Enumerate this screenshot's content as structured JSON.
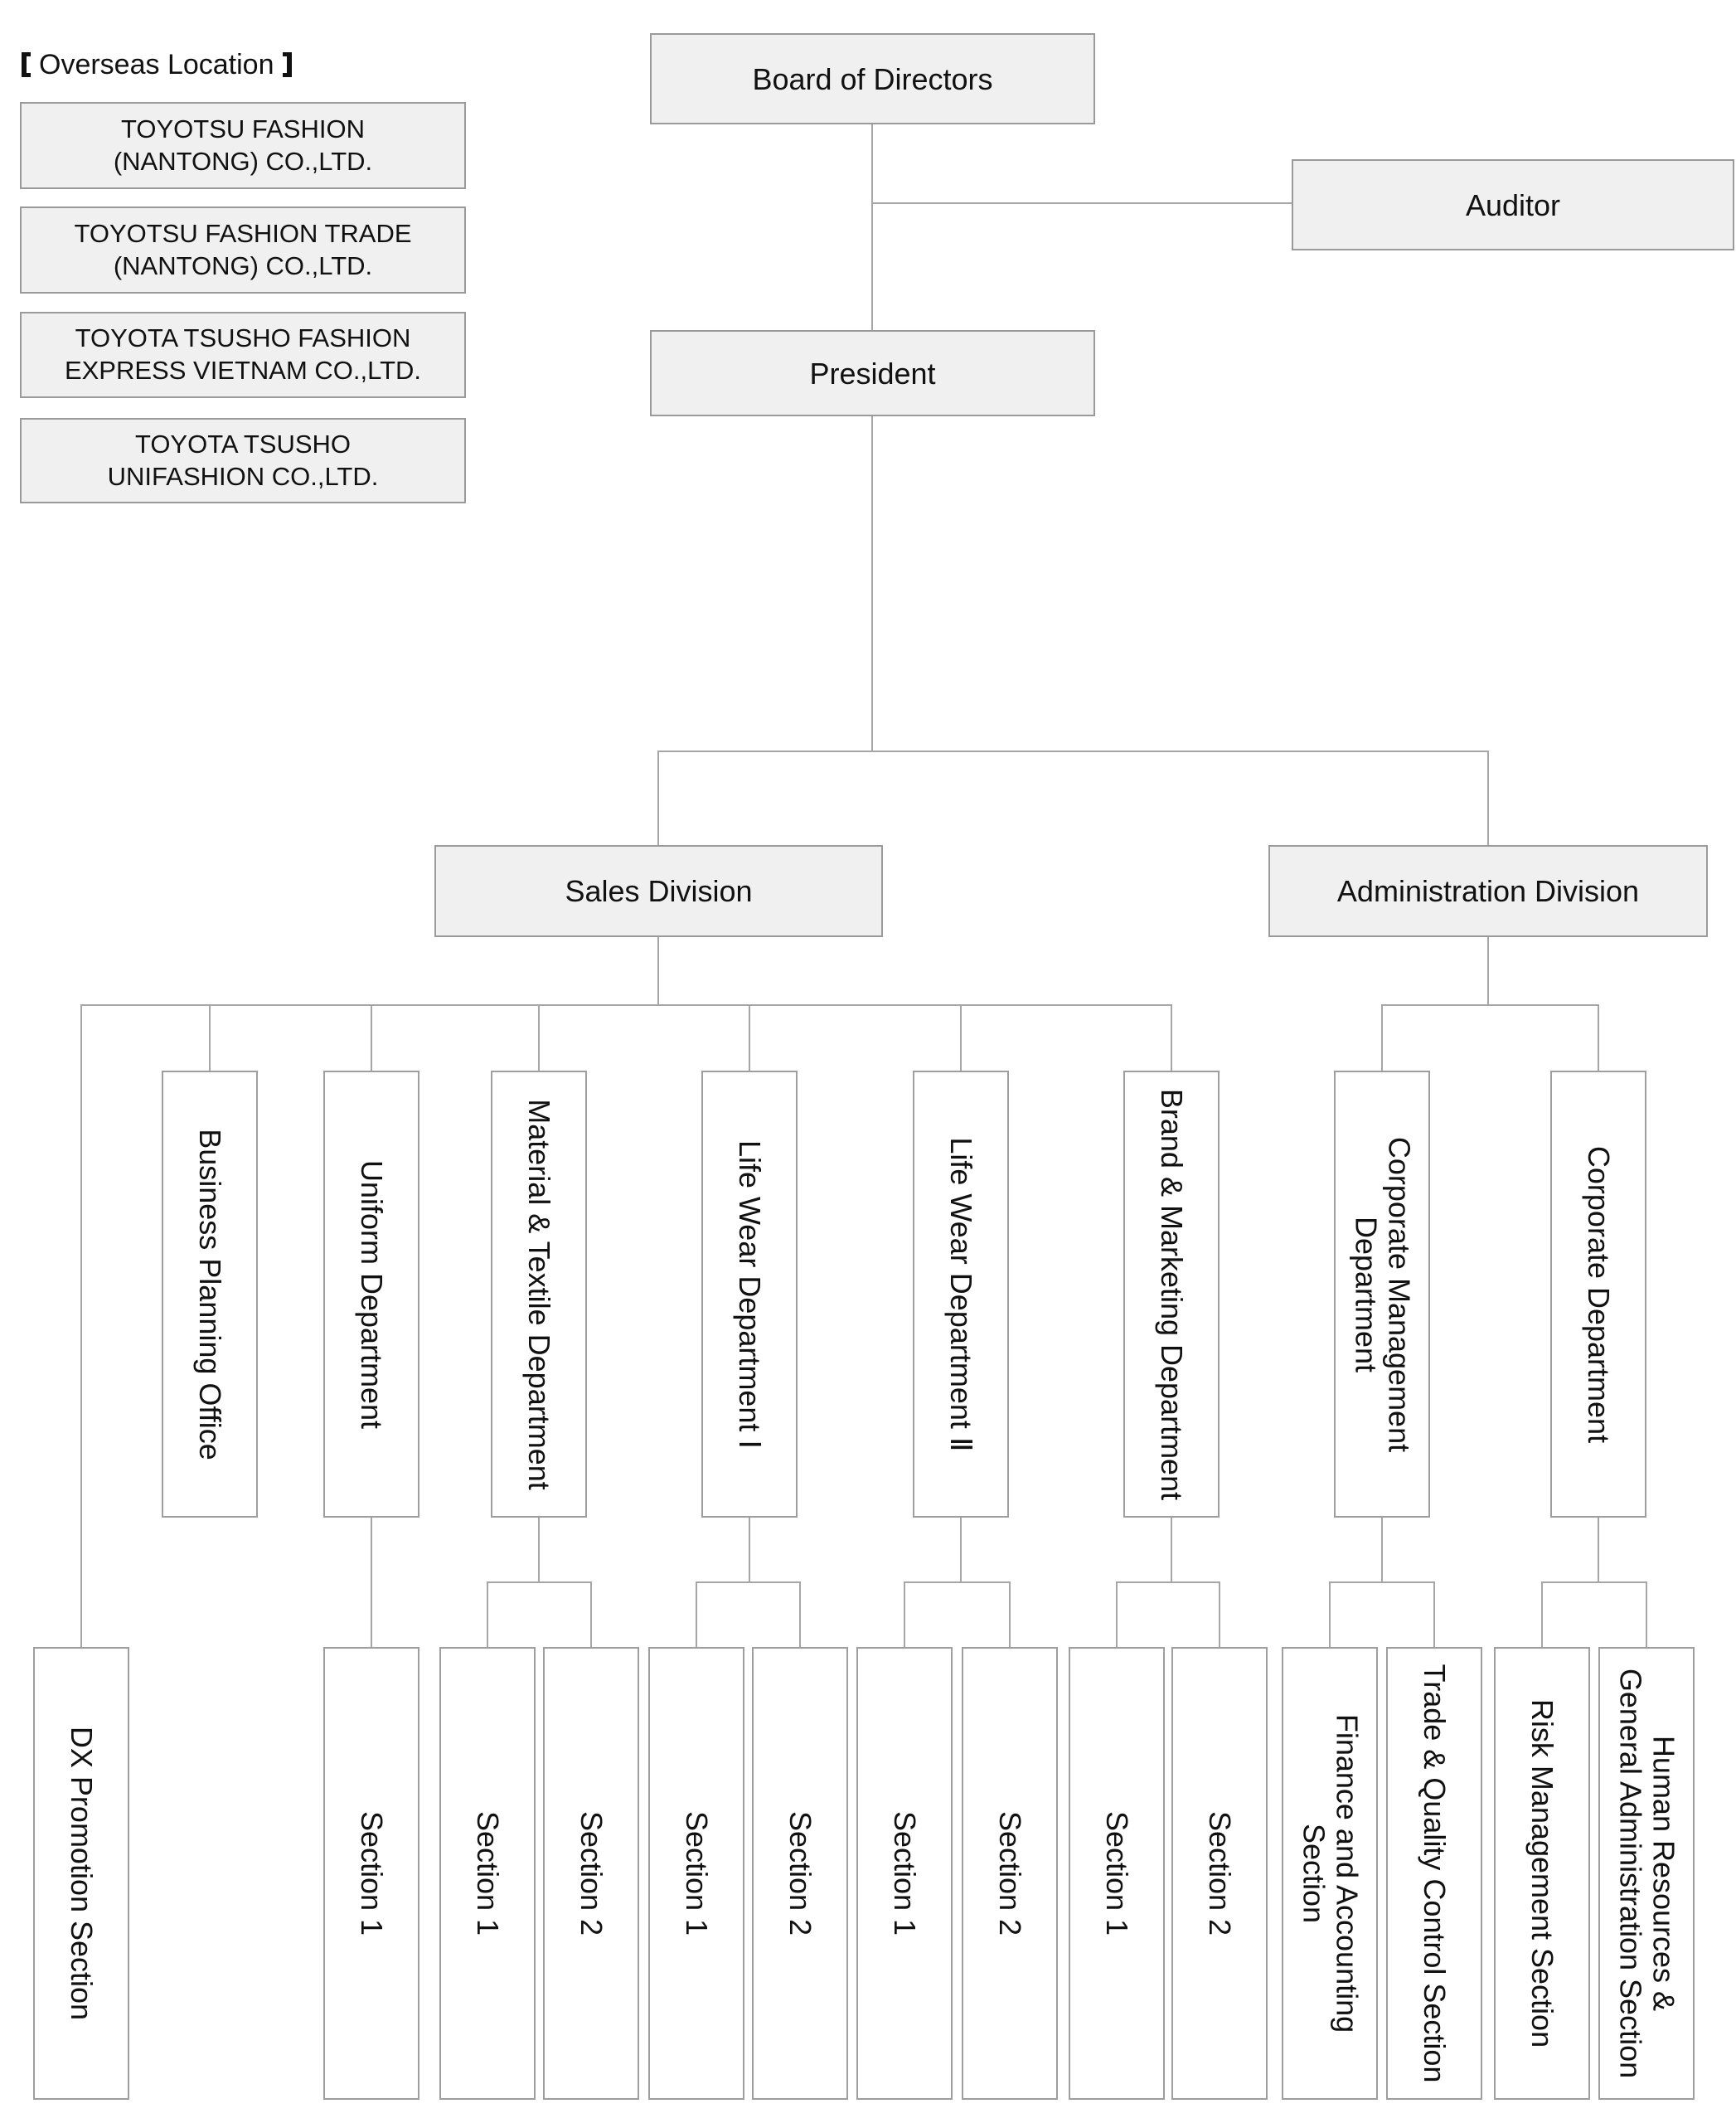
{
  "colors": {
    "node_fill_gray": "#f0f0f0",
    "node_fill_white": "#ffffff",
    "node_border": "#9a9a9a",
    "connector_line": "#a6a6a6",
    "text": "#111111"
  },
  "overseas": {
    "bracket_open": "【",
    "label": "Overseas Location",
    "bracket_close": "】",
    "companies": [
      "TOYOTSU FASHION\n(NANTONG) CO.,LTD.",
      "TOYOTSU FASHION TRADE\n(NANTONG) CO.,LTD.",
      "TOYOTA TSUSHO FASHION\nEXPRESS VIETNAM CO.,LTD.",
      "TOYOTA TSUSHO\nUNIFASHION CO.,LTD."
    ]
  },
  "hierarchy": {
    "board": "Board of Directors",
    "auditor": "Auditor",
    "president": "President"
  },
  "sales_division": {
    "label": "Sales Division",
    "direct_section": "DX Promotion Section",
    "departments": [
      {
        "label": "Business Planning Office",
        "sections": []
      },
      {
        "label": "Uniform Department",
        "sections": [
          "Section 1"
        ]
      },
      {
        "label": "Material & Textile Department",
        "sections": [
          "Section 1",
          "Section 2"
        ]
      },
      {
        "label": "Life Wear Department Ⅰ",
        "sections": [
          "Section 1",
          "Section 2"
        ]
      },
      {
        "label": "Life Wear Department Ⅱ",
        "sections": [
          "Section 1",
          "Section 2"
        ]
      },
      {
        "label": "Brand & Marketing Department",
        "sections": [
          "Section 1",
          "Section 2"
        ]
      }
    ]
  },
  "admin_division": {
    "label": "Administration Division",
    "departments": [
      {
        "label": "Corporate Management\nDepartment",
        "sections": [
          "Finance and Accounting\nSection",
          "Trade & Quality Control Section"
        ]
      },
      {
        "label": "Corporate Department",
        "sections": [
          "Risk Management Section",
          "Human Resources &\nGeneral Administration Section"
        ]
      }
    ]
  }
}
